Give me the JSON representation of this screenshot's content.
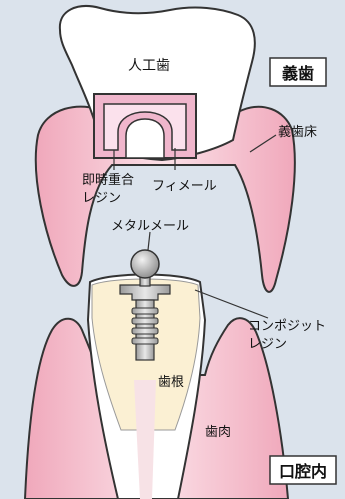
{
  "labels": {
    "artificial_tooth": "人工歯",
    "denture": "義歯",
    "denture_base": "義歯床",
    "immediate_resin_line1": "即時重合",
    "immediate_resin_line2": "レジン",
    "female": "フィメール",
    "metal_male": "メタルメール",
    "composite_line1": "コンポジット",
    "composite_line2": "レジン",
    "root": "歯根",
    "gum": "歯肉",
    "intraoral": "口腔内"
  },
  "colors": {
    "background": "#dbe3ec",
    "gum_pink": "#f6c9d3",
    "pink_mid": "#f2b3c3",
    "tooth_white": "#ffffff",
    "resin_pink": "#f3c6d6",
    "composite_cream": "#fbf1d8",
    "metal_gray": "#b8b8b8",
    "outline": "#333333"
  }
}
